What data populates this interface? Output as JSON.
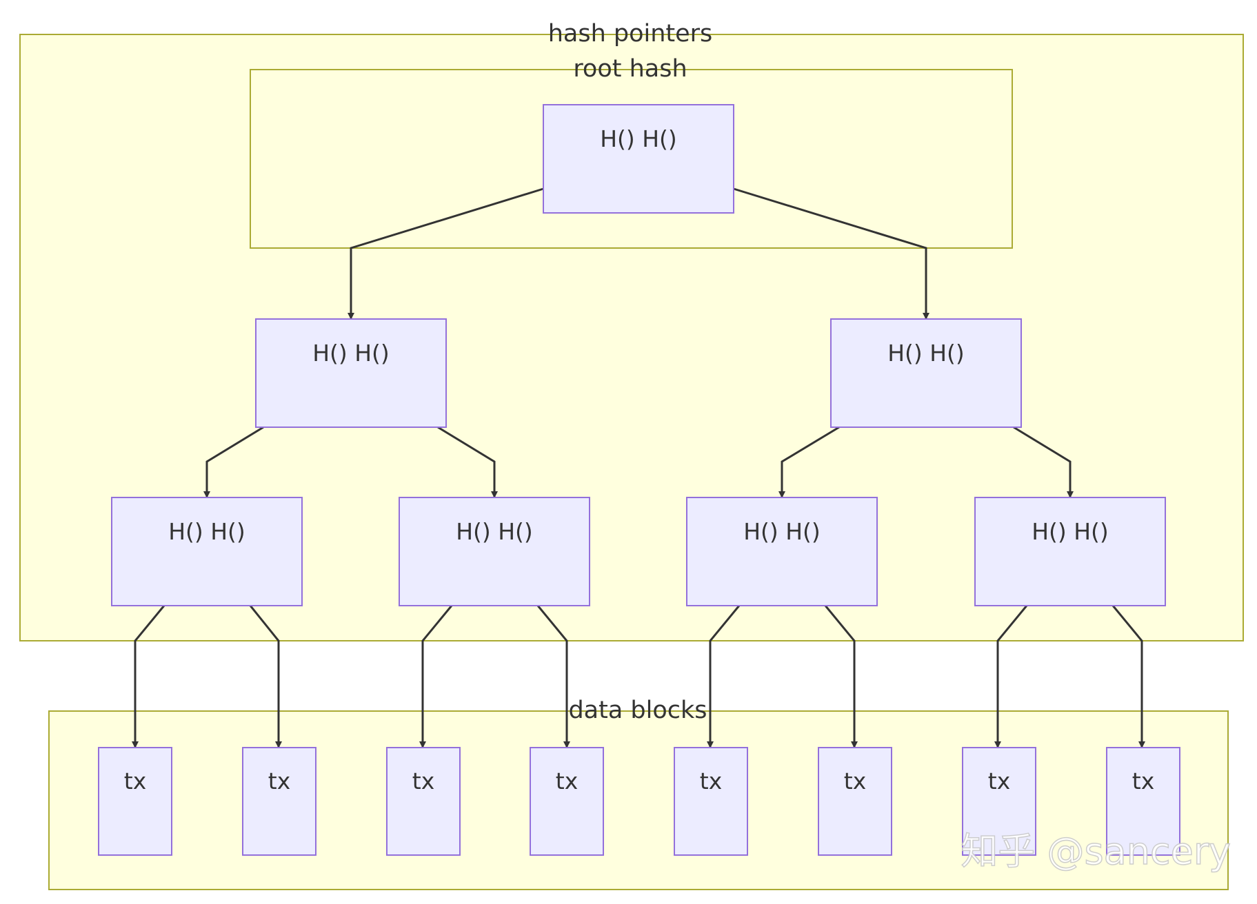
{
  "clusters": {
    "hash_pointers": "hash pointers",
    "root_hash": "root hash",
    "data_blocks": "data blocks"
  },
  "nodes": {
    "root": "H() H()",
    "level1": [
      "H() H()",
      "H() H()"
    ],
    "level2": [
      "H() H()",
      "H() H()",
      "H() H()",
      "H() H()"
    ],
    "leaves": [
      "tx",
      "tx",
      "tx",
      "tx",
      "tx",
      "tx",
      "tx",
      "tx"
    ]
  },
  "watermark": "知乎 @sancery",
  "colors": {
    "cluster_fill": "#ffffde",
    "cluster_stroke": "#aaaa33",
    "node_fill": "#ececff",
    "node_stroke": "#9370db",
    "edge": "#333333",
    "text": "#333333"
  }
}
